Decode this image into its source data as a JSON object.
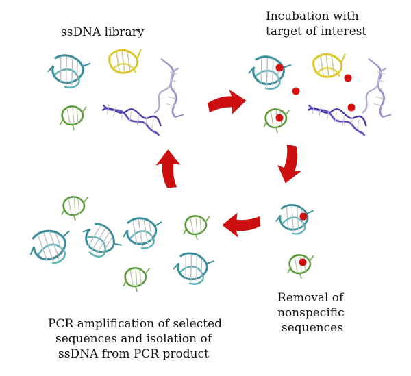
{
  "labels": {
    "library": "ssDNA library",
    "incubation": [
      "Incubation with",
      "target of interest"
    ],
    "removal": [
      "Removal of",
      "nonspecific",
      "sequences"
    ],
    "pcr": [
      "PCR amplification of selected",
      "sequences and isolation of",
      "ssDNA from PCR product"
    ]
  },
  "colors": {
    "arrow": "#cc1010",
    "target": "#d40f0f",
    "teal_strand": "#3a8f9a",
    "yellow_strand": "#d8c62a",
    "purple_strand": "#6a4fc4",
    "green_strand": "#5a9a3a",
    "lavender_strand": "#9a90c8"
  },
  "icons": [
    "teal-aptamer-icon",
    "yellow-aptamer-icon",
    "lavender-aptamer-icon",
    "green-aptamer-icon",
    "purple-aptamer-icon",
    "target-molecule-icon",
    "cycle-arrow-icon"
  ]
}
